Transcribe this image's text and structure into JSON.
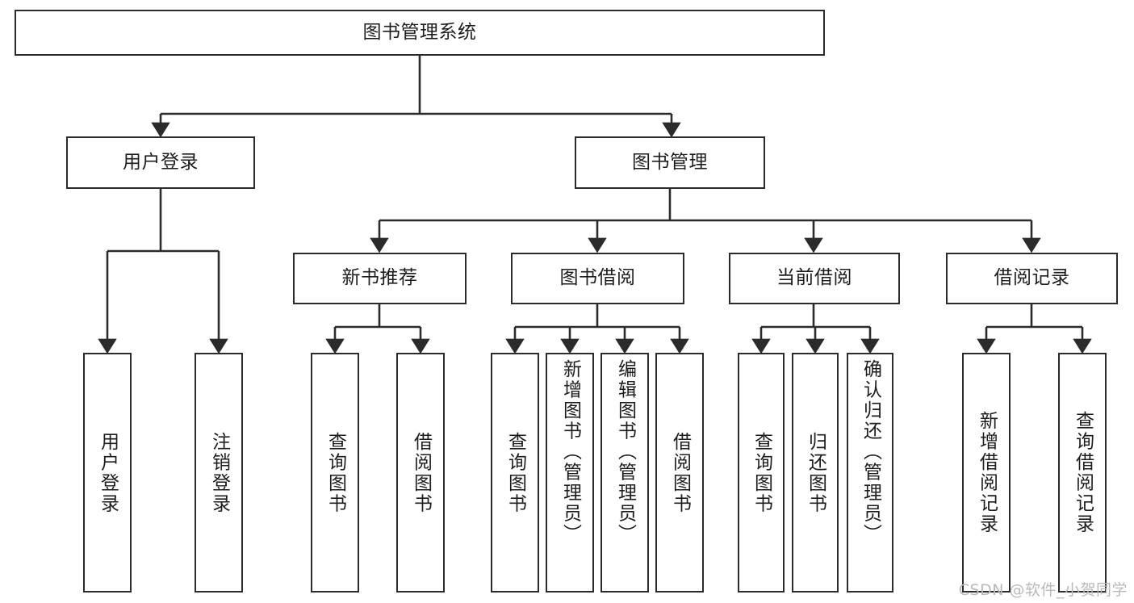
{
  "diagram": {
    "type": "tree",
    "title": "图书管理系统",
    "watermark": "CSDN @软件_小贺同学",
    "colors": {
      "stroke": "#2b2b2b",
      "background": "#ffffff",
      "text": "#1d1d1d",
      "watermark": "#b9b9b9"
    },
    "nodes": {
      "root": "图书管理系统",
      "level2": {
        "user_login": "用户登录",
        "book_manage": "图书管理"
      },
      "level3": {
        "new_book_rec": "新书推荐",
        "book_borrow": "图书借阅",
        "current_borrow": "当前借阅",
        "borrow_record": "借阅记录"
      },
      "leaves": {
        "login_1": "用户登录",
        "login_2": "注销登录",
        "rec_1": "查询图书",
        "rec_2": "借阅图书",
        "borrow_1": "查询图书",
        "borrow_2": "新增图书（管理员）",
        "borrow_3": "编辑图书（管理员）",
        "borrow_4": "借阅图书",
        "current_1": "查询图书",
        "current_2": "归还图书",
        "current_3": "确认归还（管理员）",
        "record_1": "新增借阅记录",
        "record_2": "查询借阅记录"
      }
    }
  }
}
